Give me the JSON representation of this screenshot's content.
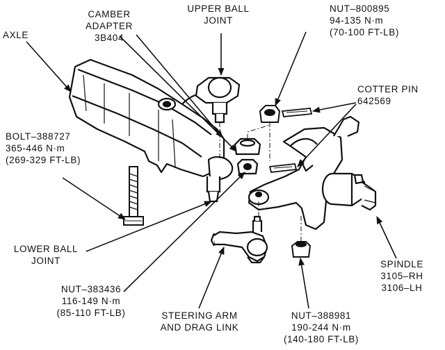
{
  "labels": {
    "axle": "AXLE",
    "camber_adapter": [
      "CAMBER",
      "ADAPTER",
      "3B404"
    ],
    "upper_ball_joint": [
      "UPPER BALL",
      "JOINT"
    ],
    "nut_800895": [
      "NUT–800895",
      "94-135 N·m",
      "(70-100 FT-LB)"
    ],
    "cotter_pin": [
      "COTTER PIN",
      "642569"
    ],
    "bolt_388727": [
      "BOLT–388727",
      "365-446 N·m",
      "(269-329 FT-LB)"
    ],
    "lower_ball_joint": [
      "LOWER BALL",
      "JOINT"
    ],
    "spindle": [
      "SPINDLE",
      "3105–RH",
      "3106–LH"
    ],
    "nut_383436": [
      "NUT–383436",
      "116-149 N·m",
      "(85-110 FT-LB)"
    ],
    "steering_arm": [
      "STEERING ARM",
      "AND DRAG LINK"
    ],
    "nut_388981": [
      "NUT–388981",
      "190-244 N·m",
      "(140-180 FT-LB)"
    ]
  }
}
